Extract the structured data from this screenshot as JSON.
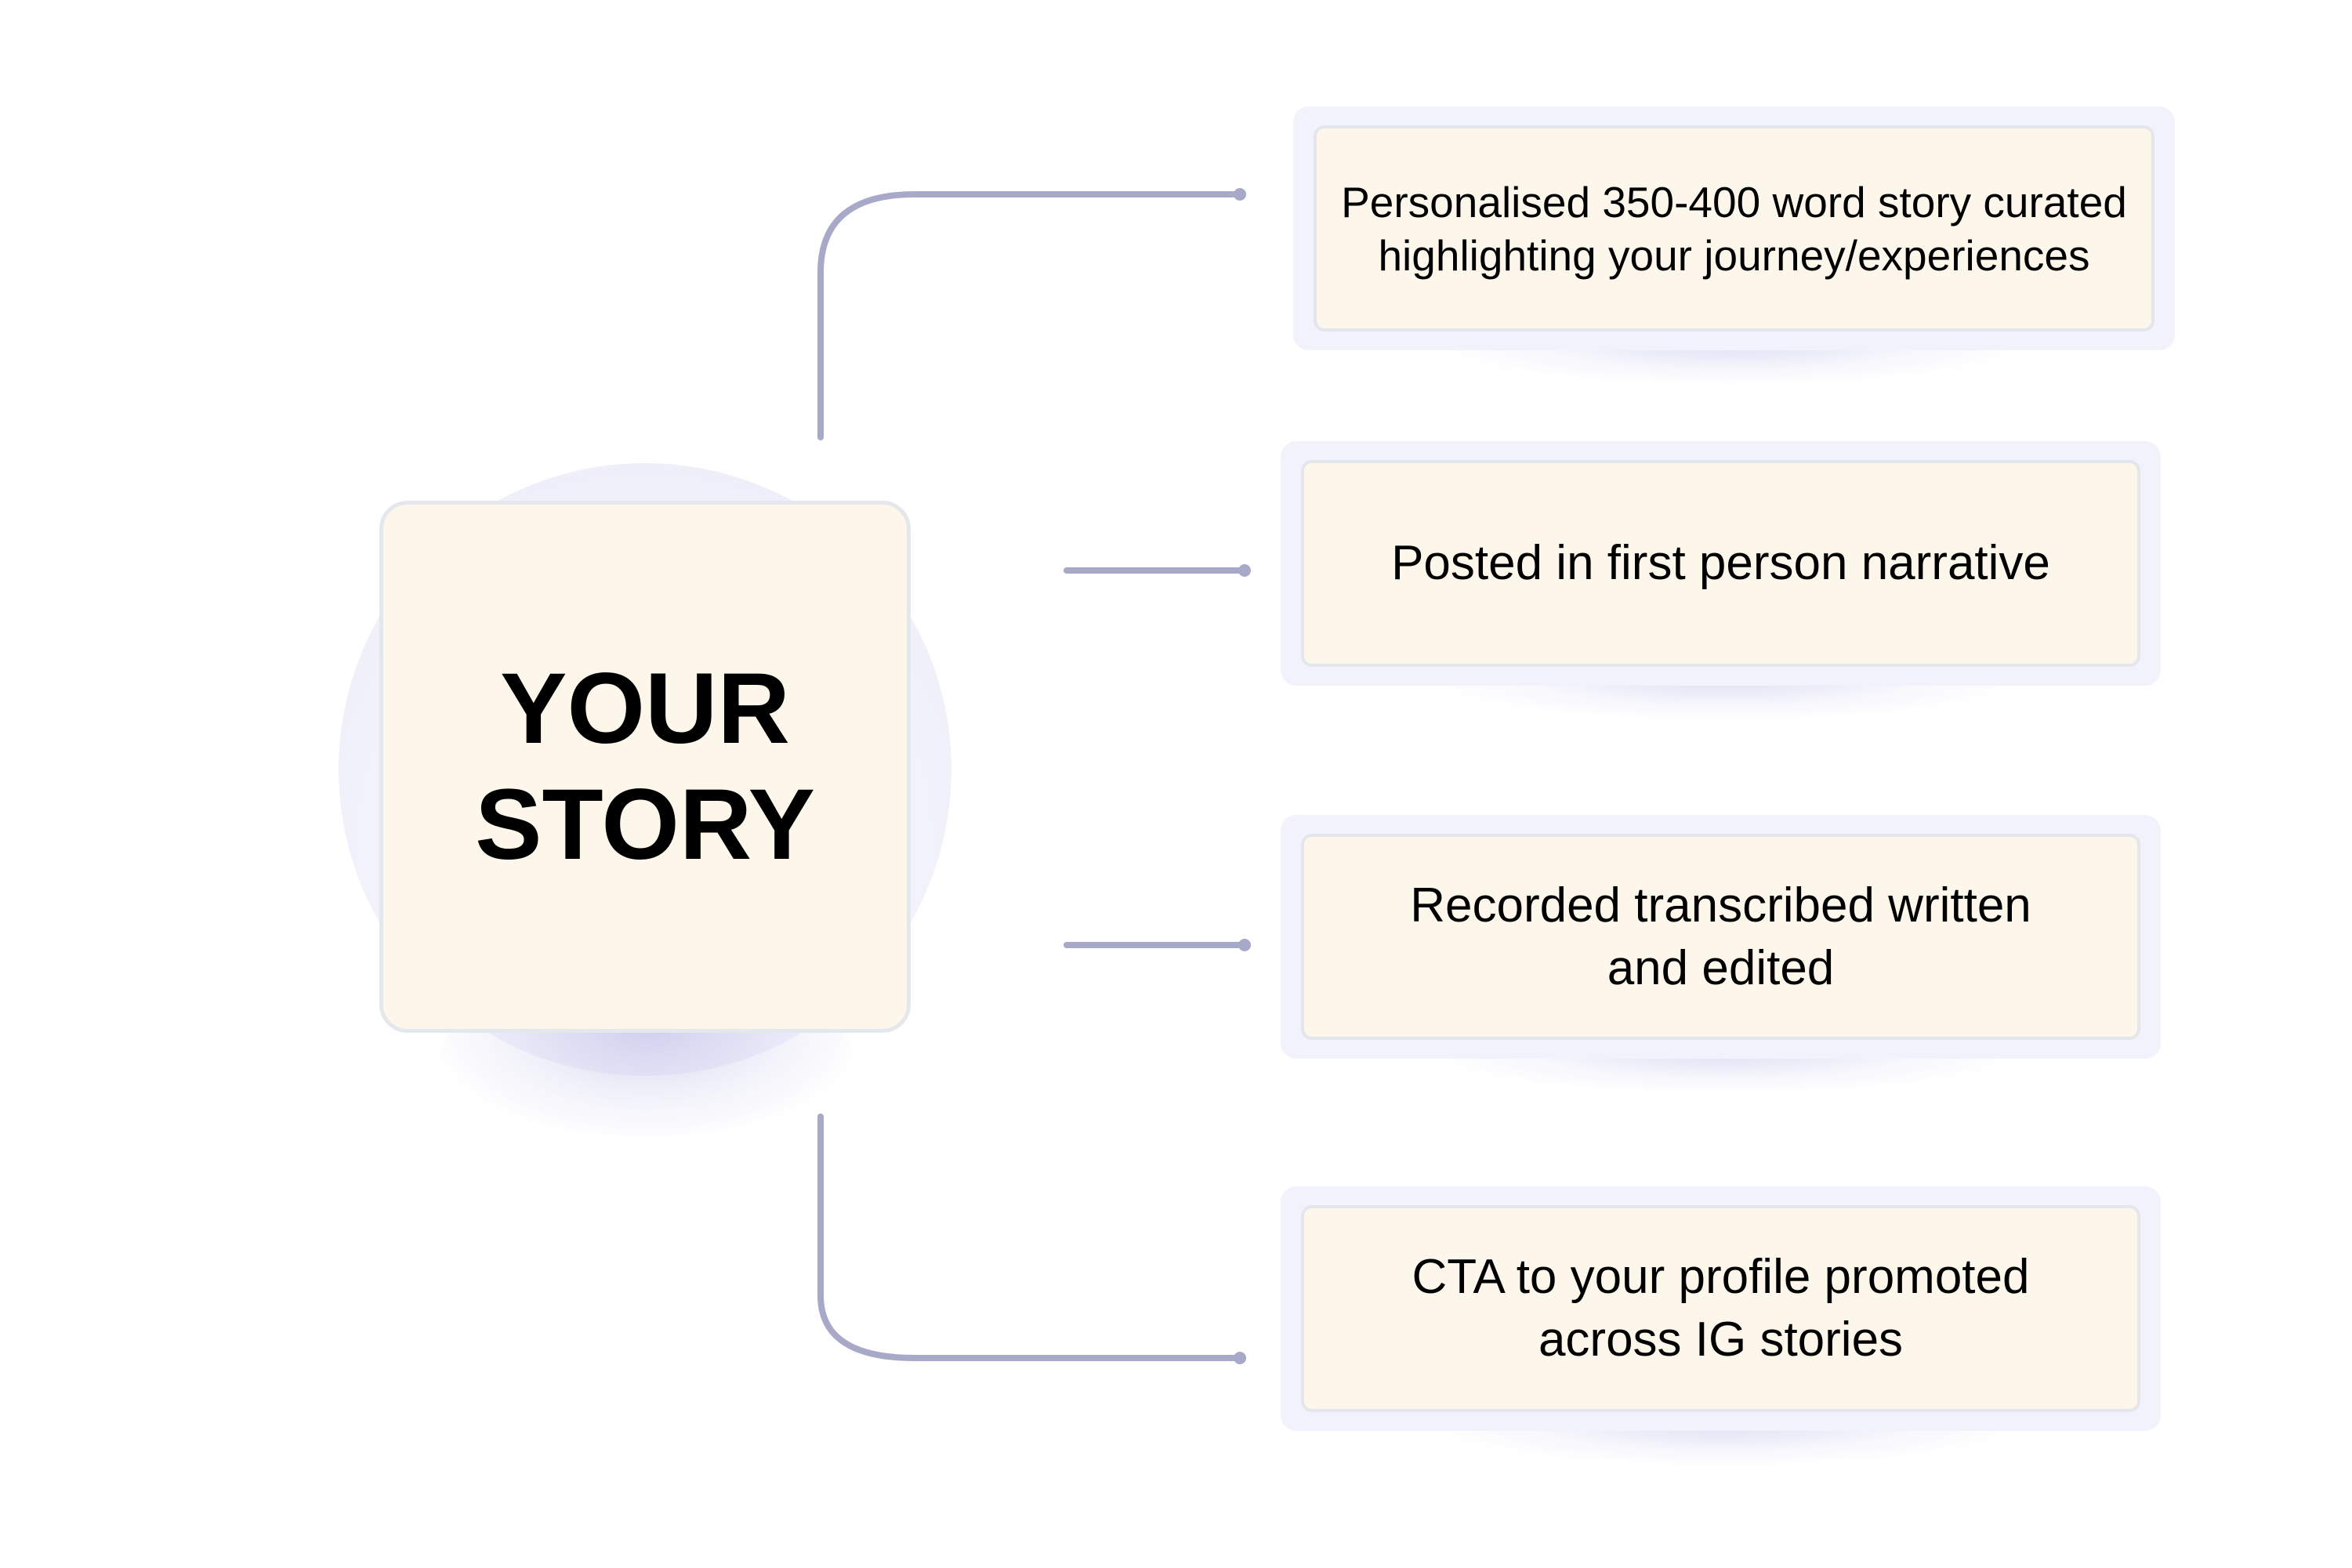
{
  "center": {
    "title": "YOUR\nSTORY"
  },
  "items": [
    {
      "text": "Personalised 350-400 word story curated\nhighlighting your journey/experiences"
    },
    {
      "text": "Posted in first person narrative"
    },
    {
      "text": "Recorded transcribed written\nand edited"
    },
    {
      "text": "CTA to your profile promoted\nacross IG stories"
    }
  ],
  "colors": {
    "connector": "#a8a8c8",
    "panel": "#f2f2fc",
    "card": "#fdf6ea",
    "card_border": "#e3e6ea",
    "text": "#000000"
  }
}
